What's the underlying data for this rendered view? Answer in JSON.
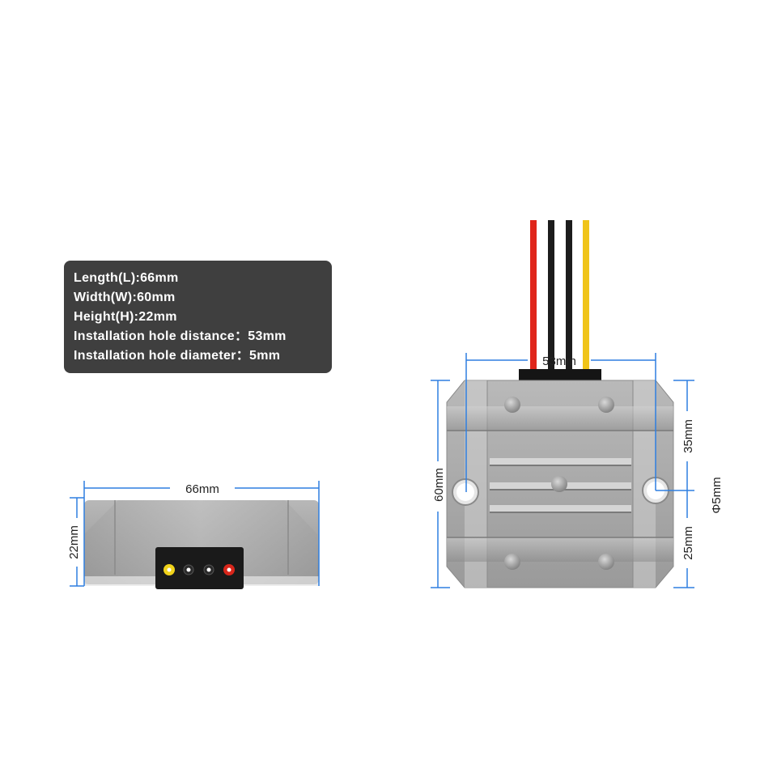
{
  "specs": {
    "length": "Length(L):66mm",
    "width": "Width(W):60mm",
    "height": "Height(H):22mm",
    "hole_distance": "Installation hole distance：53mm",
    "hole_diameter": "Installation hole diameter：5mm"
  },
  "side_view": {
    "width_label": "66mm",
    "height_label": "22mm"
  },
  "top_view": {
    "hole_distance_label": "53mm",
    "width_label": "60mm",
    "upper_label": "35mm",
    "lower_label": "25mm",
    "hole_diameter_label": "Φ5mm"
  },
  "colors": {
    "dimension_line": "#2f7fe0",
    "wire_red": "#e0261b",
    "wire_black": "#1c1c1c",
    "wire_yellow": "#f0c419",
    "housing": "#a9a9a9",
    "spec_box": "#3f3f3f"
  }
}
